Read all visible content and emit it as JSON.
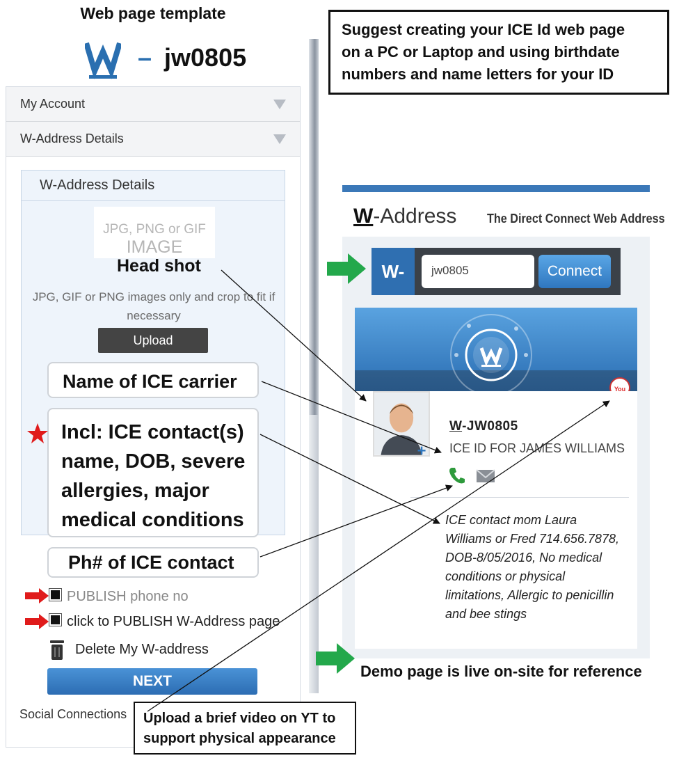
{
  "template": {
    "title": "Web page template",
    "logo_id": "jw0805",
    "accordion": [
      {
        "label": "My Account"
      },
      {
        "label": "W-Address Details"
      }
    ],
    "details": {
      "heading": "W-Address Details",
      "image_placeholder_line1": "JPG, PNG or GIF",
      "image_placeholder_line2": "IMAGE",
      "upload_note": "JPG, GIF or PNG images only and crop to fit if necessary",
      "upload_label": "Upload"
    },
    "callouts": {
      "head_shot": "Head shot",
      "name": "Name of ICE carrier",
      "incl_lines": [
        "Incl: ICE contact(s)",
        "name, DOB, severe",
        "allergies, major",
        "medical conditions"
      ],
      "phone": "Ph# of ICE contact"
    },
    "publish_phone": "PUBLISH phone no",
    "publish_page": "click to PUBLISH W-Address page",
    "delete_label": "Delete My W-address",
    "next_label": "NEXT",
    "social_label": "Social Connections"
  },
  "suggest_lines": [
    "Suggest creating your ICE Id web page",
    "on a PC or Laptop and using birthdate",
    "numbers and name letters for your ID"
  ],
  "demo": {
    "brand_w": "W",
    "brand_rest": "-Address",
    "tagline": "The Direct Connect Web Address",
    "connect_prefix": "W-",
    "connect_value": "jw0805",
    "connect_label": "Connect",
    "yt_icon": "You Tube",
    "profile_name": "-JW0805",
    "profile_name_w": "W",
    "profile_sub": "ICE ID FOR JAMES WILLIAMS",
    "bio_lines": [
      "ICE contact mom Laura",
      "Williams or Fred 714.656.7878,",
      "DOB-8/05/2016, No medical",
      "conditions or physical",
      "limitations, Allergic to penicillin",
      "and bee stings"
    ],
    "accent_color": "#2f77bf"
  },
  "demo_live": "Demo page is live on-site for reference",
  "yt_note_lines": [
    "Upload a brief video on YT to",
    "support physical appearance"
  ]
}
